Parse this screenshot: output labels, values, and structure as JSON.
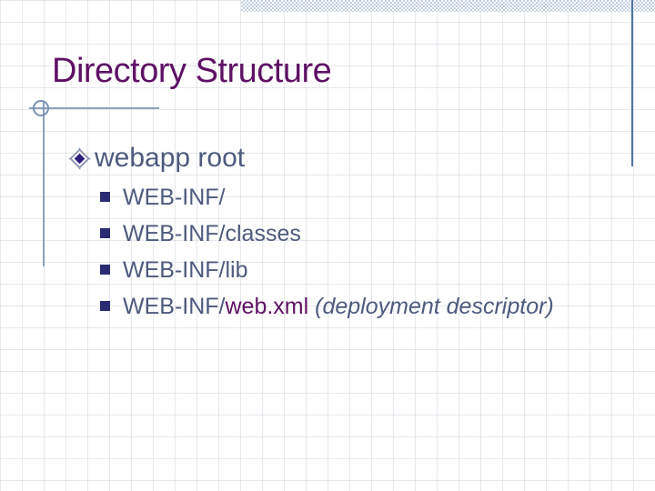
{
  "slide": {
    "title": "Directory Structure",
    "bullet": {
      "label": "webapp root"
    },
    "items": [
      {
        "label": "WEB-INF/"
      },
      {
        "label": "WEB-INF/classes"
      },
      {
        "label": "WEB-INF/lib"
      },
      {
        "prefix": "WEB-INF/",
        "file": "web.xml",
        "note": " (deployment descriptor)"
      }
    ],
    "icons": {
      "level1_bullet": "diamond-bullet-icon",
      "level2_bullet": "square-bullet-icon"
    },
    "colors": {
      "title": "#5e1164",
      "body": "#4e5a7e",
      "highlight": "#5e1164",
      "bullet_square": "#2b2b74",
      "bullet_diamond": "#2c1d7e",
      "decor_line": "#7b91b4",
      "right_line": "#52779e",
      "band": "#c2cfe3"
    }
  }
}
